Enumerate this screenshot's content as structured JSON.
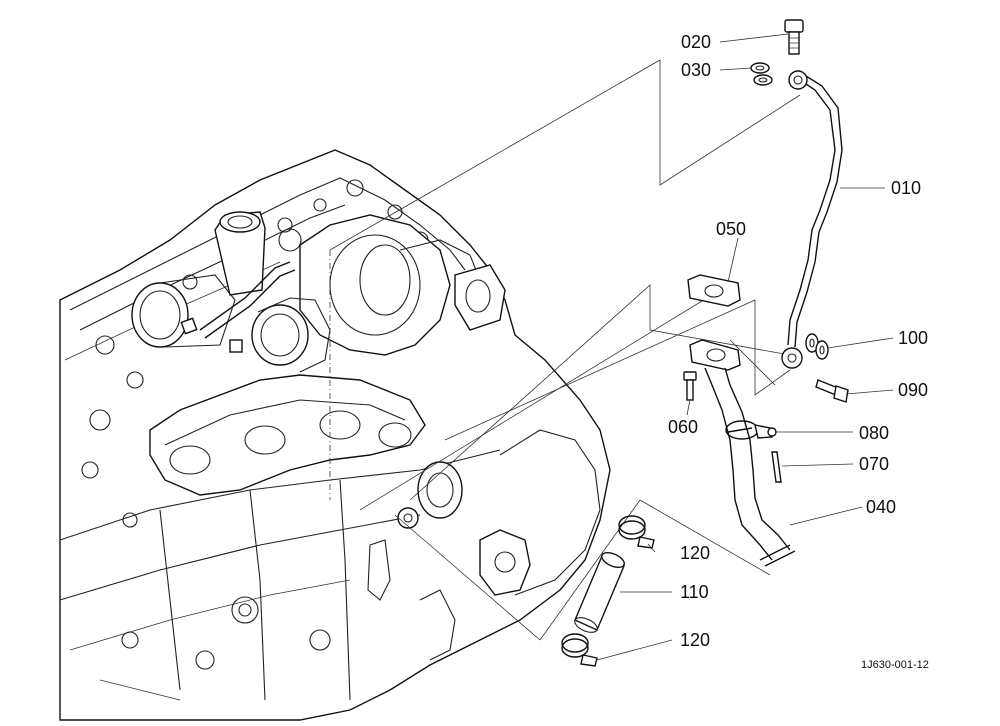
{
  "figure_ref": "1J630-001-12",
  "parts": [
    {
      "id": "p010",
      "label": "010",
      "icon": "oil-pipe-icon"
    },
    {
      "id": "p020",
      "label": "020",
      "icon": "eye-bolt-icon"
    },
    {
      "id": "p030",
      "label": "030",
      "icon": "gasket-washer-icon"
    },
    {
      "id": "p040",
      "label": "040",
      "icon": "return-pipe-icon"
    },
    {
      "id": "p050",
      "label": "050",
      "icon": "flange-gasket-icon"
    },
    {
      "id": "p060",
      "label": "060",
      "icon": "bolt-icon"
    },
    {
      "id": "p070",
      "label": "070",
      "icon": "pin-icon"
    },
    {
      "id": "p080",
      "label": "080",
      "icon": "clamp-icon"
    },
    {
      "id": "p090",
      "label": "090",
      "icon": "bolt-icon"
    },
    {
      "id": "p100",
      "label": "100",
      "icon": "gasket-washer-icon"
    },
    {
      "id": "p110",
      "label": "110",
      "icon": "hose-icon"
    },
    {
      "id": "p120a",
      "label": "120",
      "icon": "hose-clamp-icon"
    },
    {
      "id": "p120b",
      "label": "120",
      "icon": "hose-clamp-icon"
    }
  ]
}
